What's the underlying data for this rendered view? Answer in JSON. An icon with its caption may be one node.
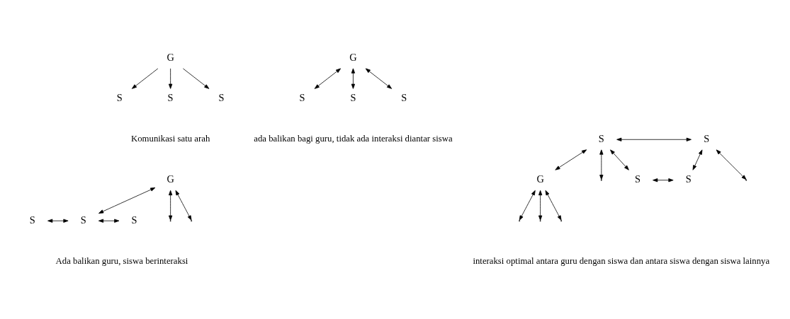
{
  "diagram": {
    "nodes": [
      {
        "text": [
          "G"
        ]
      },
      {
        "text": [
          "S"
        ]
      },
      {
        "text": [
          "S"
        ]
      },
      {
        "text": [
          "S"
        ]
      },
      {
        "text": [
          "G"
        ]
      },
      {
        "text": [
          "S"
        ]
      },
      {
        "text": [
          "S"
        ]
      },
      {
        "text": [
          "S"
        ]
      },
      {
        "text": [
          "G"
        ]
      },
      {
        "text": [
          "S"
        ]
      },
      {
        "text": [
          "S"
        ]
      },
      {
        "text": [
          "S"
        ]
      },
      {
        "text": [
          "G"
        ]
      },
      {
        "text": [
          "S"
        ]
      },
      {
        "text": [
          "S"
        ]
      },
      {
        "text": [
          "S"
        ]
      },
      {
        "text": [
          "S"
        ]
      }
    ],
    "edges": [
      {
        "from": 0,
        "to": 1,
        "arrow": "to"
      },
      {
        "from": 0,
        "to": 2,
        "arrow": "to"
      },
      {
        "from": 0,
        "to": 3,
        "arrow": "to"
      },
      {
        "from": 4,
        "to": 5,
        "arrow": "both"
      },
      {
        "from": 4,
        "to": 6,
        "arrow": "both"
      },
      {
        "from": 4,
        "to": 7,
        "arrow": "both"
      },
      {
        "from": 8,
        "to": null,
        "arrow": "both"
      },
      {
        "from": 8,
        "to": 10,
        "arrow": "both"
      },
      {
        "from": 8,
        "to": null,
        "arrow": "both"
      },
      {
        "from": 9,
        "to": 10,
        "arrow": "both"
      },
      {
        "from": 10,
        "to": 11,
        "arrow": "both"
      },
      {
        "from": 13,
        "to": 14,
        "arrow": "both"
      },
      {
        "from": 13,
        "to": 12,
        "arrow": "both"
      },
      {
        "from": 13,
        "to": 16,
        "arrow": "both"
      },
      {
        "from": 13,
        "to": null,
        "arrow": "both"
      },
      {
        "from": 15,
        "to": 16,
        "arrow": "both"
      },
      {
        "from": 14,
        "to": 15,
        "arrow": "both"
      },
      {
        "from": 12,
        "to": null,
        "arrow": "both"
      },
      {
        "from": 12,
        "to": null,
        "arrow": "both"
      },
      {
        "from": 12,
        "to": null,
        "arrow": "both"
      },
      {
        "from": 14,
        "to": null,
        "arrow": "both"
      }
    ],
    "labels": [
      "Komunikasi satu arah",
      "ada balikan bagi guru, tidak ada interaksi diantar siswa",
      "Ada balikan guru, siswa berinteraksi",
      "interaksi optimal antara guru dengan siswa dan antara siswa dengan siswa lainnya"
    ]
  }
}
